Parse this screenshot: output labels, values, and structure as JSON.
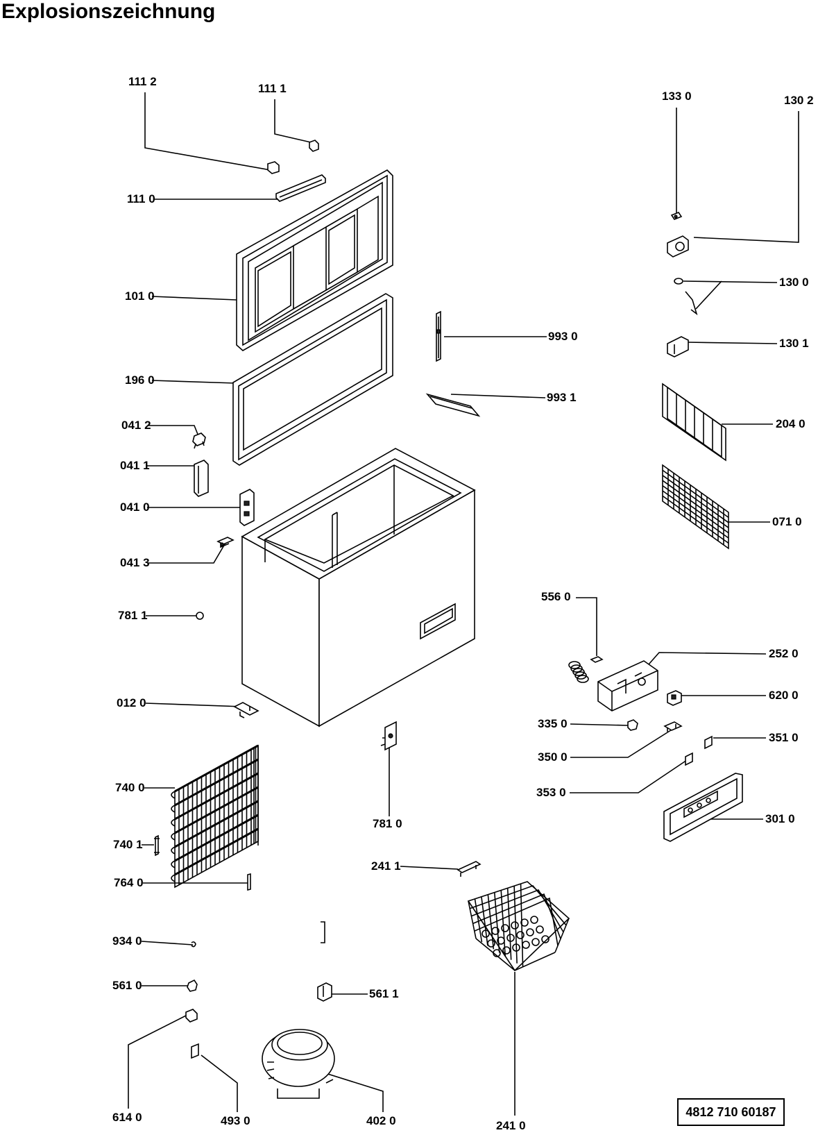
{
  "title": "Explosionszeichnung",
  "document_number": "4812 710 60187",
  "part_labels": {
    "p1112": "111 2",
    "p1111": "111 1",
    "p1110": "111 0",
    "p1010": "101 0",
    "p1960": "196 0",
    "p0412": "041 2",
    "p0411": "041 1",
    "p0410": "041 0",
    "p0413": "041 3",
    "p7811": "781 1",
    "p0120": "012 0",
    "p7400": "740 0",
    "p7401": "740 1",
    "p7640": "764 0",
    "p9340": "934 0",
    "p5610": "561 0",
    "p6140": "614 0",
    "p4930": "493 0",
    "p4020": "402  0",
    "p5611": "561 1",
    "p7810": "781 0",
    "p2411": "241 1",
    "p2410": "241  0",
    "p9930": "993 0",
    "p9931": "993 1",
    "p1330": "133  0",
    "p1302": "130 2",
    "p1300": "130 0",
    "p1301": "130 1",
    "p2040": "204 0",
    "p0710": "071 0",
    "p5560": "556 0",
    "p2520": "252 0",
    "p6200": "620 0",
    "p3350": "335 0",
    "p3510": "351 0",
    "p3500": "350 0",
    "p3530": "353 0",
    "p3010": "301 0"
  }
}
